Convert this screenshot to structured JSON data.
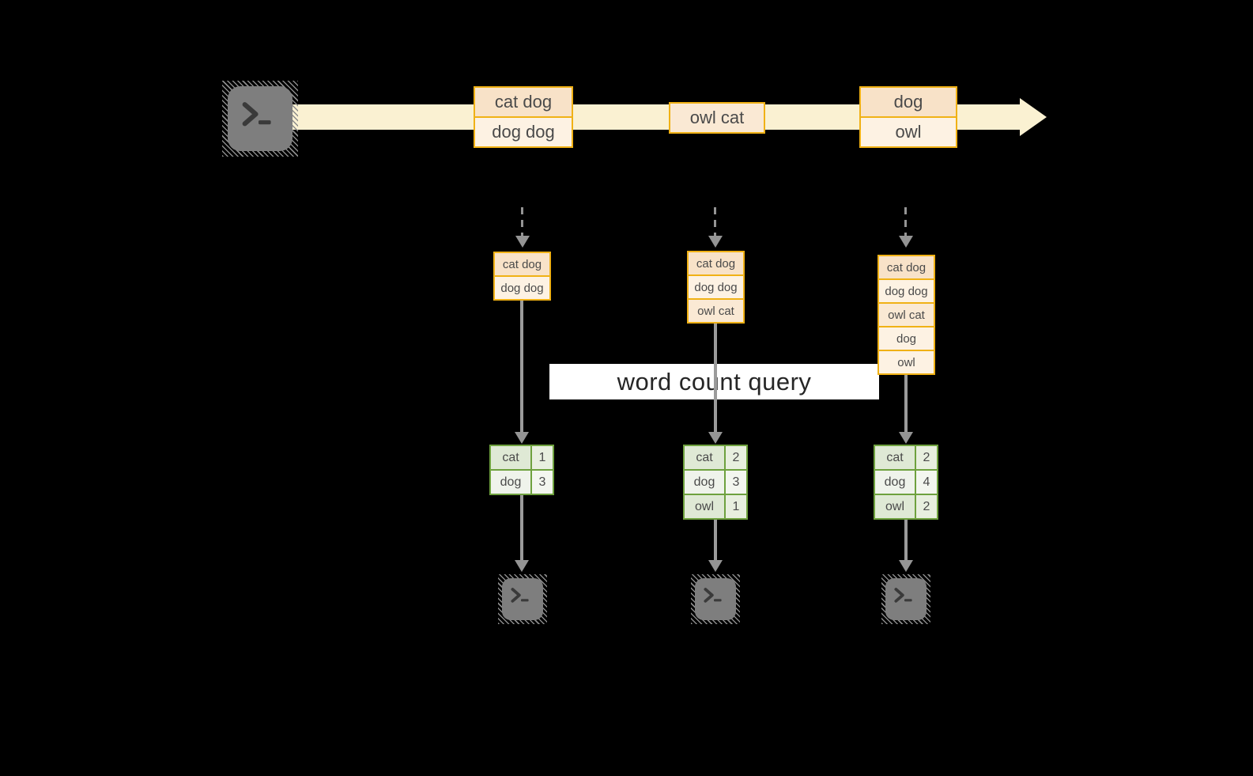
{
  "palette": {
    "background": "#000000",
    "stream_band": "#FAF1D2",
    "event_border": "#F0B115",
    "event_fill_peach": "#F8E2C8",
    "event_fill_medium": "#FAE9D4",
    "event_fill_cream": "#FDF2E3",
    "table_border": "#6EA13E",
    "table_fill_dark": "#DFE9D5",
    "table_fill_light": "#EFF3EB",
    "arrow_gray": "#949494",
    "terminal_gray": "#7E7E7E",
    "label_background": "#FFFFFF",
    "text_dark": "#4A4A4A"
  },
  "icons": {
    "source": "terminal-prompt-icon",
    "sink": "terminal-prompt-icon"
  },
  "stream": {
    "events": [
      {
        "rows": [
          {
            "text": "cat dog"
          },
          {
            "text": "dog dog"
          }
        ]
      },
      {
        "rows": [
          {
            "text": "owl cat"
          }
        ]
      },
      {
        "rows": [
          {
            "text": "dog"
          },
          {
            "text": "owl"
          }
        ]
      }
    ]
  },
  "query": {
    "label": "word count query"
  },
  "columns": [
    {
      "state": [
        {
          "text": "cat dog"
        },
        {
          "text": "dog dog"
        }
      ],
      "table": [
        {
          "word": "cat",
          "count": "1"
        },
        {
          "word": "dog",
          "count": "3"
        }
      ]
    },
    {
      "state": [
        {
          "text": "cat dog"
        },
        {
          "text": "dog dog"
        },
        {
          "text": "owl cat"
        }
      ],
      "table": [
        {
          "word": "cat",
          "count": "2"
        },
        {
          "word": "dog",
          "count": "3"
        },
        {
          "word": "owl",
          "count": "1"
        }
      ]
    },
    {
      "state": [
        {
          "text": "cat dog"
        },
        {
          "text": "dog dog"
        },
        {
          "text": "owl cat"
        },
        {
          "text": "dog"
        },
        {
          "text": "owl"
        }
      ],
      "table": [
        {
          "word": "cat",
          "count": "2"
        },
        {
          "word": "dog",
          "count": "4"
        },
        {
          "word": "owl",
          "count": "2"
        }
      ]
    }
  ]
}
